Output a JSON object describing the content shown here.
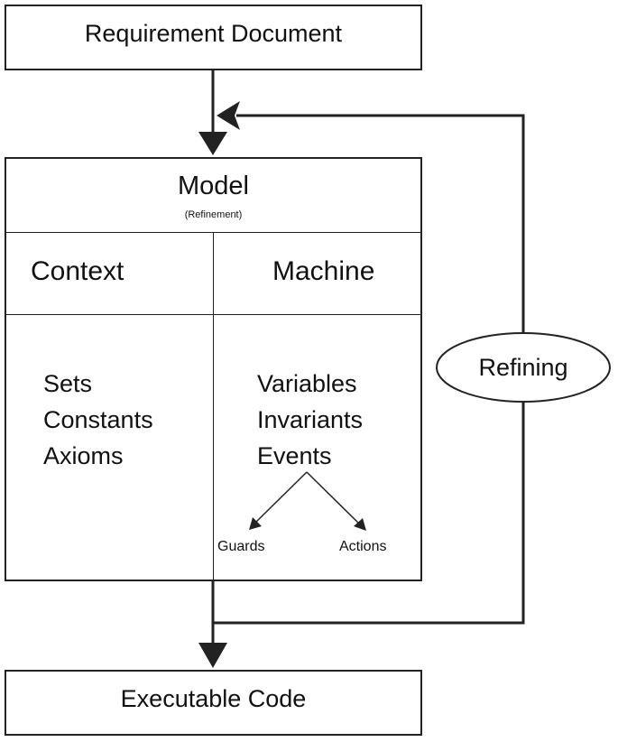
{
  "requirement": {
    "label": "Requirement Document"
  },
  "model": {
    "title": "Model",
    "subtitle": "(Refinement)"
  },
  "context": {
    "header": "Context",
    "items": [
      "Sets",
      "Constants",
      "Axioms"
    ]
  },
  "machine": {
    "header": "Machine",
    "items": [
      "Variables",
      "Invariants",
      "Events"
    ],
    "event_branches": [
      "Guards",
      "Actions"
    ]
  },
  "refining": {
    "label": "Refining"
  },
  "executable": {
    "label": "Executable Code"
  },
  "colors": {
    "line": "#222222",
    "background": "#ffffff"
  }
}
